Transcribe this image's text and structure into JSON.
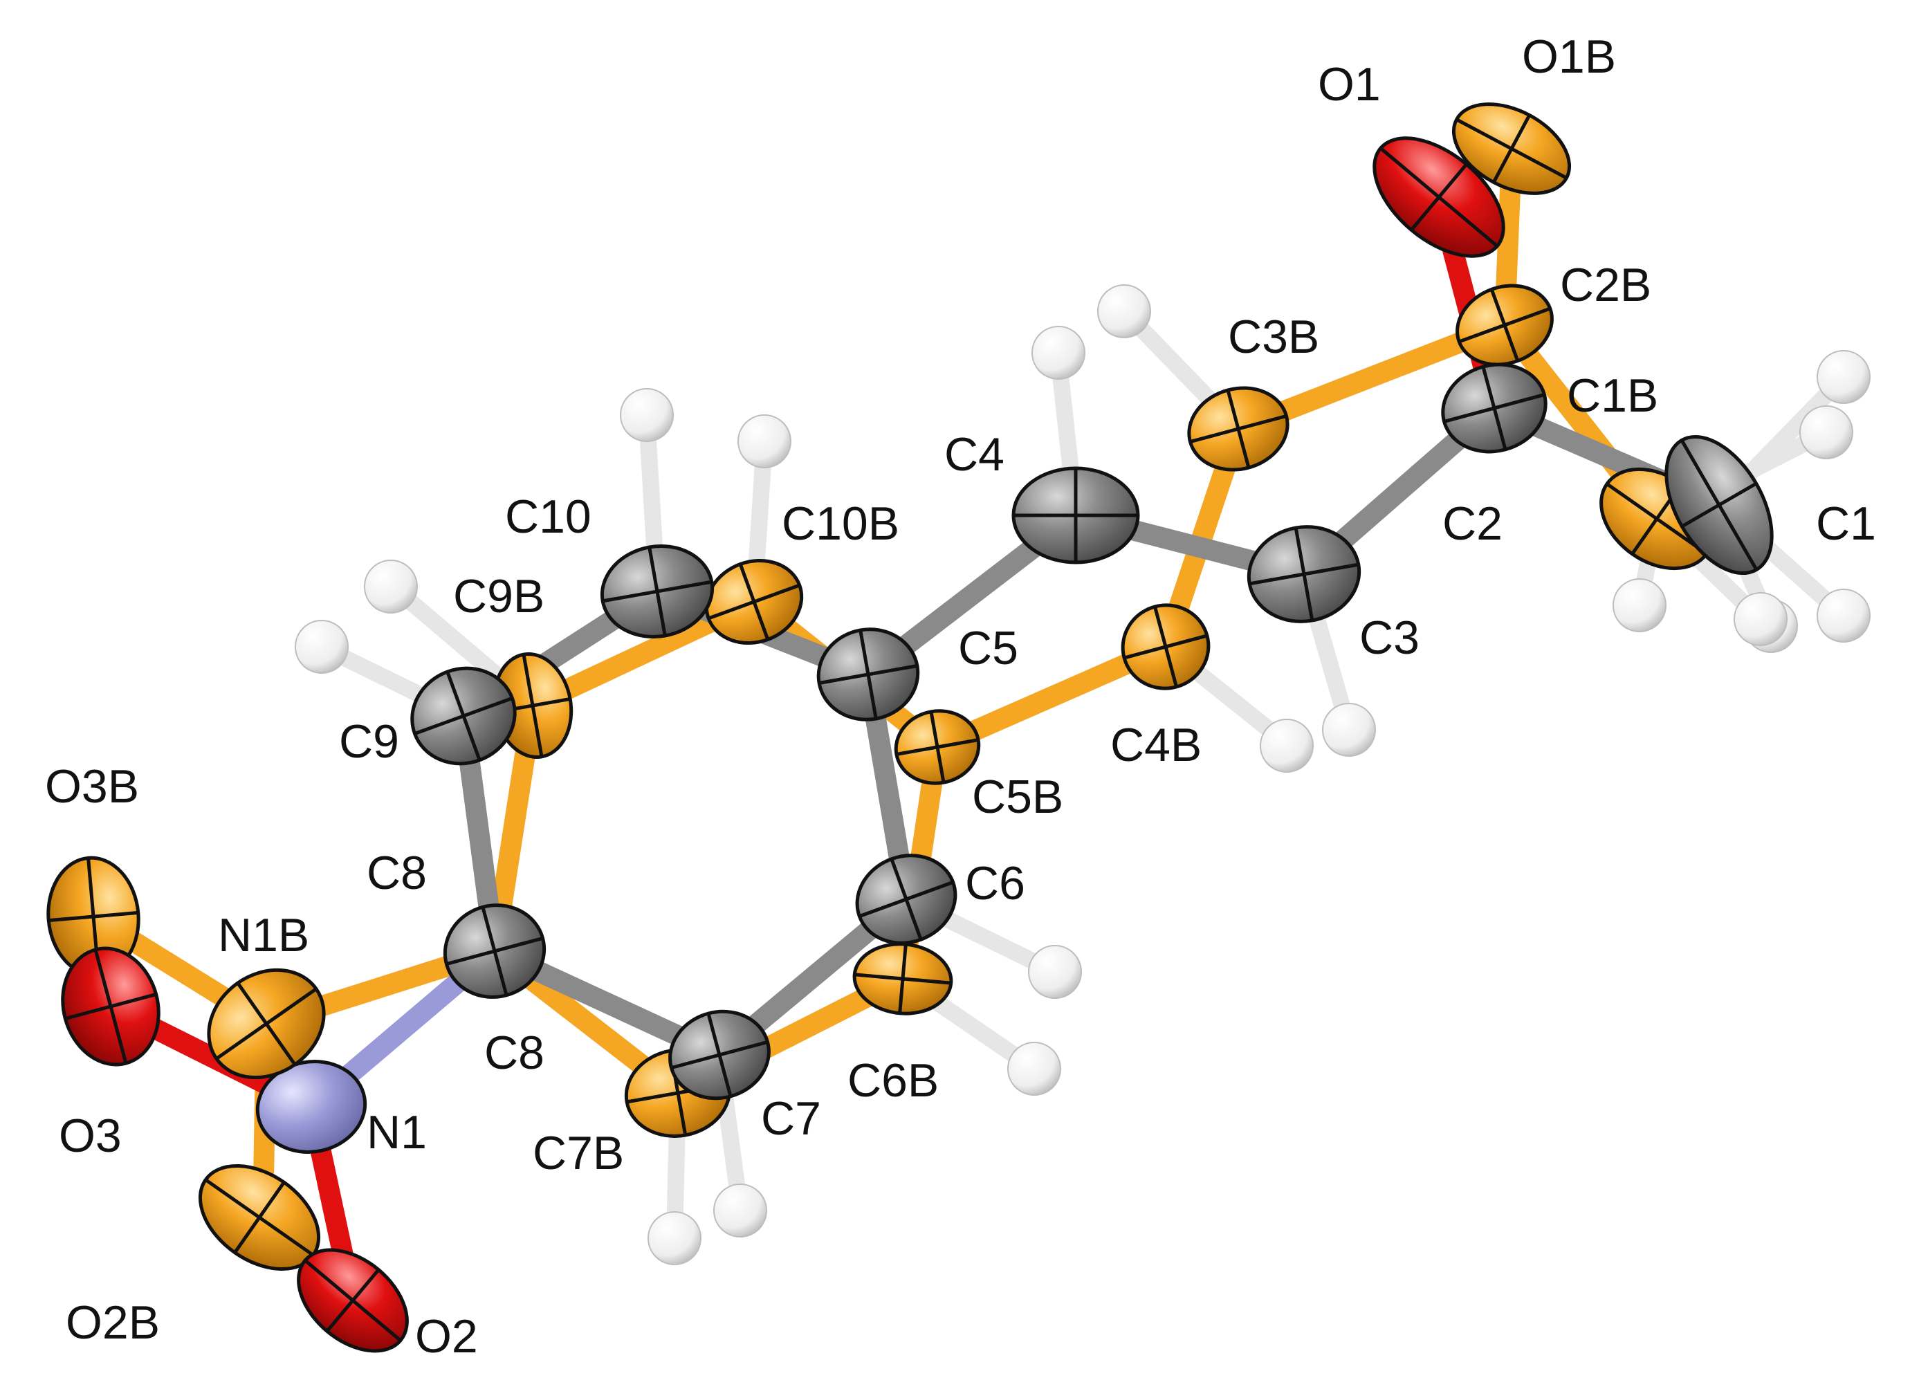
{
  "colors": {
    "carbon": "#8a8a8a",
    "carbon_dark": "#5e5e5e",
    "disorder": "#f5a623",
    "disorder_dark": "#c47d0c",
    "oxygen": "#e01010",
    "oxygen_dark": "#9c0a0a",
    "nitrogen": "#9a9ad8",
    "hydrogen": "#f2f2f2",
    "outline": "#111111",
    "label": "#111111"
  },
  "labels": {
    "O1": "O1",
    "O1B": "O1B",
    "C2B": "C2B",
    "C3B": "C3B",
    "C1B": "C1B",
    "C4": "C4",
    "C2": "C2",
    "C1": "C1",
    "C10": "C10",
    "C10B": "C10B",
    "C9B": "C9B",
    "C5": "C5",
    "C3": "C3",
    "C9": "C9",
    "C4B": "C4B",
    "O3B": "O3B",
    "C5B": "C5B",
    "C8_top": "C8",
    "C6": "C6",
    "N1B": "N1B",
    "C8_bottom": "C8",
    "C6B": "C6B",
    "O3": "O3",
    "N1": "N1",
    "C7B": "C7B",
    "C7": "C7",
    "O2B": "O2B",
    "O2": "O2"
  }
}
